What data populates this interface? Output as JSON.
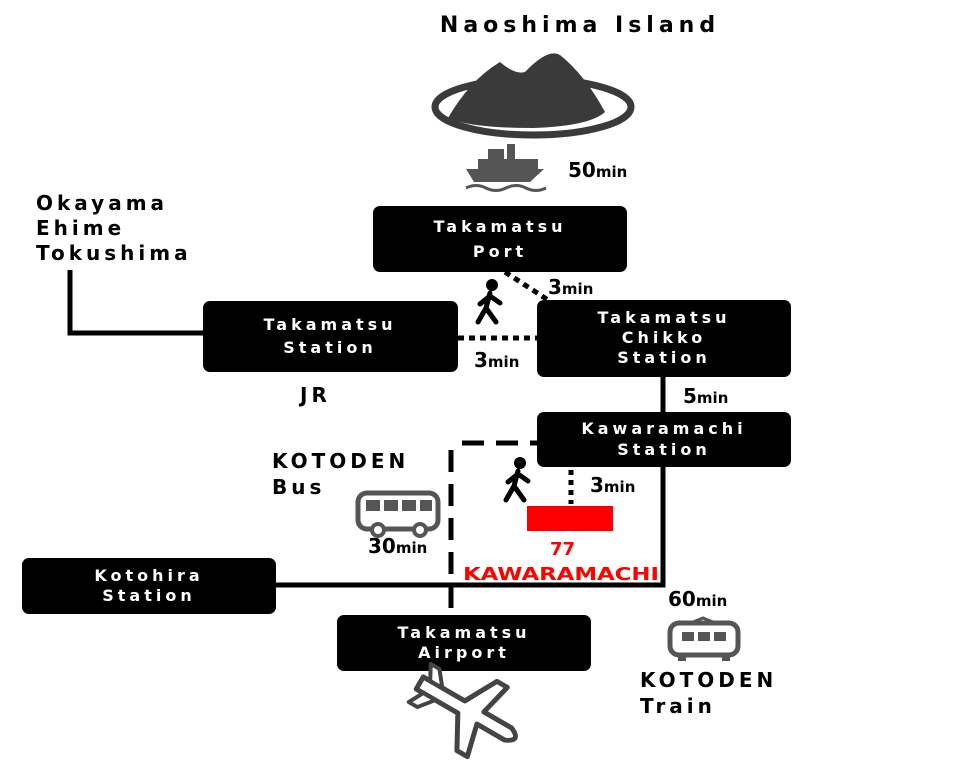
{
  "title": "Naoshima Island",
  "left_destinations": [
    "Okayama",
    "Ehime",
    "Tokushima"
  ],
  "stations": {
    "takamatsu_port": [
      "Takamatsu",
      "Port"
    ],
    "takamatsu_station": [
      "Takamatsu",
      "Station"
    ],
    "takamatsu_chikko": [
      "Takamatsu",
      "Chikko",
      "Station"
    ],
    "kawaramachi": [
      "Kawaramachi",
      "Station"
    ],
    "kotohira": [
      "Kotohira",
      "Station"
    ],
    "airport": [
      "Takamatsu",
      "Airport"
    ]
  },
  "labels": {
    "jr": "JR",
    "kotoden_bus": [
      "KOTODEN",
      "Bus"
    ],
    "kotoden_train": [
      "KOTODEN",
      "Train"
    ],
    "bus_stop_number": "77",
    "bus_stop_name": "KAWARAMACHI"
  },
  "times": {
    "ferry": {
      "value": "50",
      "unit": "min"
    },
    "walk_port_chikko": {
      "value": "3",
      "unit": "min"
    },
    "walk_station_chikko": {
      "value": "3",
      "unit": "min"
    },
    "train_chikko_kawaramachi": {
      "value": "5",
      "unit": "min"
    },
    "walk_kawaramachi_busstop": {
      "value": "3",
      "unit": "min"
    },
    "bus_airport": {
      "value": "30",
      "unit": "min"
    },
    "train_kotohira": {
      "value": "60",
      "unit": "min"
    }
  },
  "colors": {
    "box": "#000000",
    "box_text": "#ffffff",
    "bus_stop": "#ff0000",
    "line": "#000000",
    "island": "#3a3a3a"
  },
  "icons": [
    "island-icon",
    "ferry-icon",
    "walker-icon",
    "bus-icon",
    "train-icon",
    "airplane-icon"
  ]
}
